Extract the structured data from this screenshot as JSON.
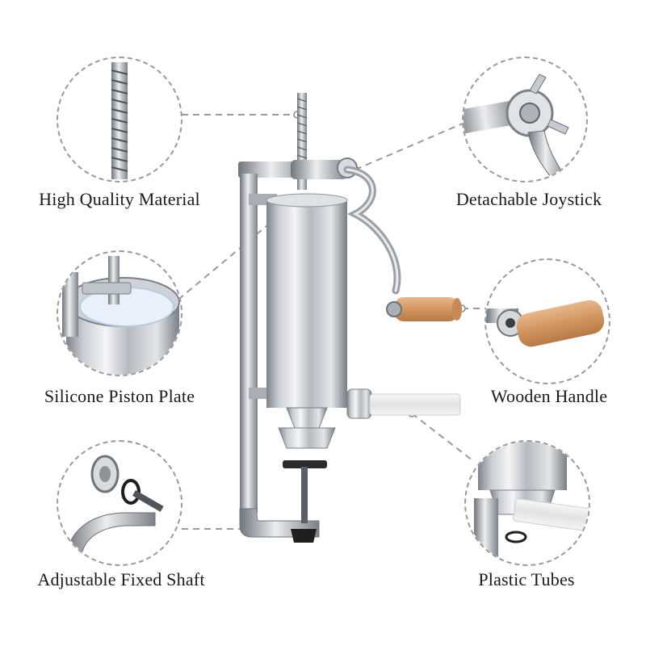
{
  "product": "vertical-sausage-stuffer",
  "features": [
    {
      "label": "High Quality Material",
      "icon": "threaded-rod-detail"
    },
    {
      "label": "Detachable Joystick",
      "icon": "crank-joint-detail"
    },
    {
      "label": "Silicone Piston Plate",
      "icon": "piston-plate-detail"
    },
    {
      "label": "Wooden Handle",
      "icon": "wooden-handle-detail"
    },
    {
      "label": "Adjustable Fixed Shaft",
      "icon": "clamp-shaft-detail"
    },
    {
      "label": "Plastic Tubes",
      "icon": "plastic-tube-detail"
    }
  ],
  "colors": {
    "steel_light": "#eef0f2",
    "steel_mid": "#b9bec4",
    "steel_dark": "#6b7178",
    "wood": "#d9a070",
    "dashed": "#9a9a9a"
  }
}
